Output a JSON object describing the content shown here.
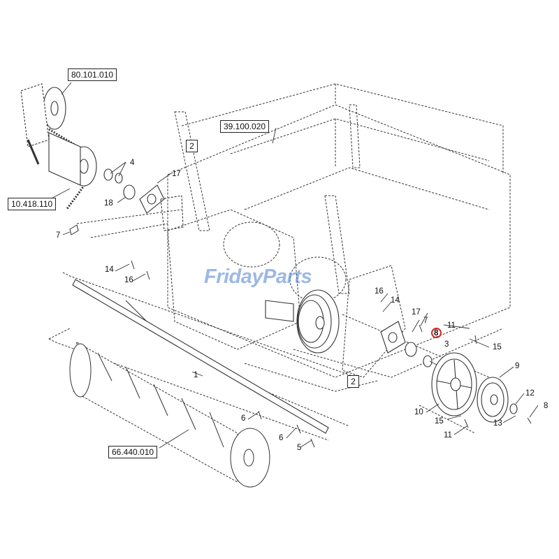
{
  "watermark": "FridayParts",
  "reference_boxes": {
    "r80": "80.101.010",
    "r39": "39.100.020",
    "r10": "10.418.110",
    "r66": "66.440.010"
  },
  "square_labels": {
    "s2a": "2",
    "s2b": "2"
  },
  "callouts": {
    "c4": "4",
    "c17a": "17",
    "c18": "18",
    "c7a": "7",
    "c14a": "14",
    "c16a": "16",
    "c1": "1",
    "c16b": "16",
    "c14b": "14",
    "c17b": "17",
    "c7b": "7",
    "c11a": "11",
    "c15a": "15",
    "c3": "3",
    "c9": "9",
    "c10": "10",
    "c15b": "15",
    "c11b": "11",
    "c12": "12",
    "c8b": "8",
    "c13": "13",
    "c6a": "6",
    "c6b": "6",
    "c5": "5"
  },
  "highlighted_callout": "8",
  "highlight_color": "#d81f1f",
  "line_color": "#333333",
  "watermark_color": "#4d7fd1"
}
